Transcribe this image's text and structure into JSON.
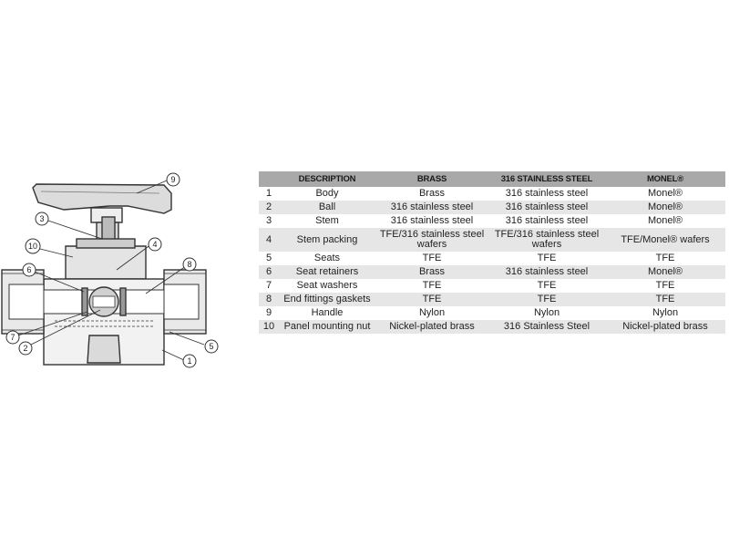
{
  "diagram": {
    "callouts": [
      "1",
      "2",
      "3",
      "4",
      "5",
      "6",
      "7",
      "8",
      "9",
      "10"
    ]
  },
  "table": {
    "headers": [
      "",
      "DESCRIPTION",
      "BRASS",
      "316 STAINLESS STEEL",
      "MONEL®"
    ],
    "rows": [
      [
        "1",
        "Body",
        "Brass",
        "316 stainless steel",
        "Monel®"
      ],
      [
        "2",
        "Ball",
        "316 stainless steel",
        "316  stainless steel",
        "Monel®"
      ],
      [
        "3",
        "Stem",
        "316 stainless steel",
        "316 stainless steel",
        "Monel®"
      ],
      [
        "4",
        "Stem packing",
        "TFE/316  stainless steel wafers",
        "TFE/316 stainless steel wafers",
        "TFE/Monel® wafers"
      ],
      [
        "5",
        "Seats",
        "TFE",
        "TFE",
        "TFE"
      ],
      [
        "6",
        "Seat retainers",
        "Brass",
        "316  stainless steel",
        "Monel®"
      ],
      [
        "7",
        "Seat washers",
        "TFE",
        "TFE",
        "TFE"
      ],
      [
        "8",
        "End fittings gaskets",
        "TFE",
        "TFE",
        "TFE"
      ],
      [
        "9",
        "Handle",
        "Nylon",
        "Nylon",
        "Nylon"
      ],
      [
        "10",
        "Panel mounting nut",
        "Nickel-plated brass",
        "316 Stainless Steel",
        "Nickel-plated brass"
      ]
    ]
  }
}
